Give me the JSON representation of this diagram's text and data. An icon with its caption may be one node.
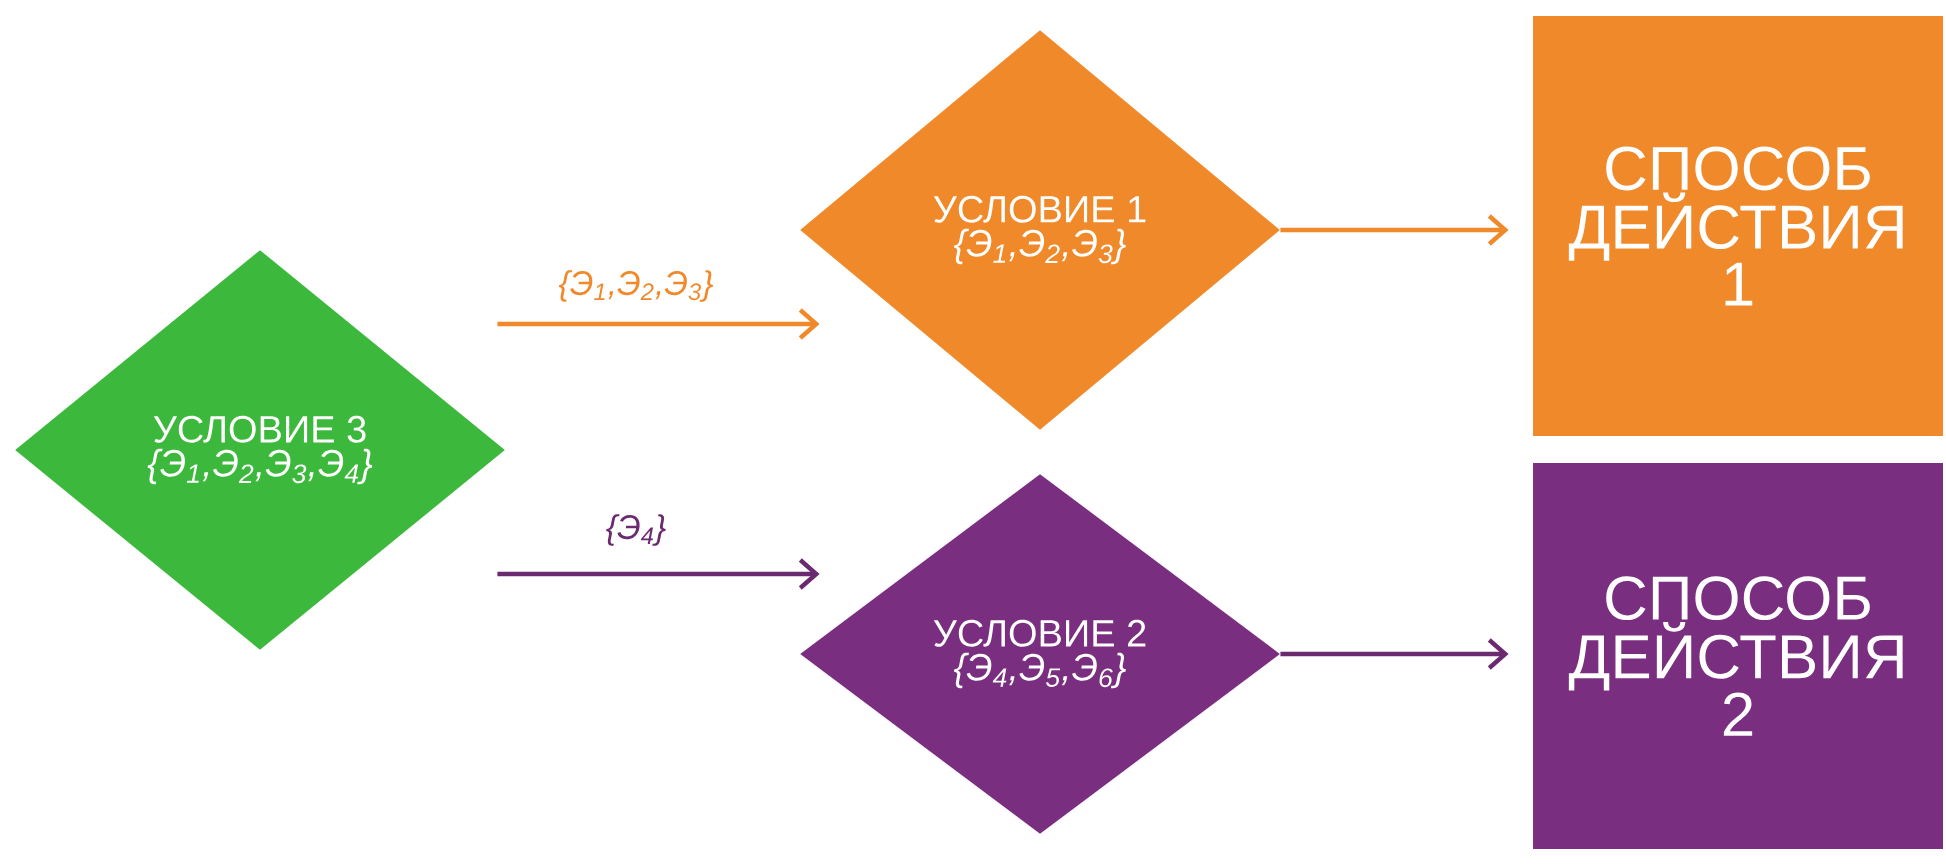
{
  "diagram": {
    "nodes": [
      {
        "text": [
          "УСЛОВИЕ 3",
          "{Э$_{1}$,Э$_{2}$,Э$_{3}$,Э$_{4}$}"
        ]
      },
      {
        "text": [
          "УСЛОВИЕ 1",
          "{Э$_{1}$,Э$_{2}$,Э$_{3}$}"
        ]
      },
      {
        "text": [
          "УСЛОВИЕ 2",
          "{Э$_{4}$,Э$_{5}$,Э$_{6}$}"
        ]
      },
      {
        "text": [
          "СПОСОБ ДЕЙСТВИЯ 1"
        ]
      },
      {
        "text": [
          "СПОСОБ ДЕЙСТВИЯ 2"
        ]
      }
    ],
    "edges": [
      {
        "from": 0,
        "to": 1,
        "arrow": "to",
        "label": "{Э$_{1}$,Э$_{2}$,Э$_{3}$}",
        "color": "#f0892a"
      },
      {
        "from": 0,
        "to": 2,
        "arrow": "to",
        "label": "{Э$_{4}$}",
        "color": "#6b2a70"
      },
      {
        "from": 1,
        "to": 3,
        "arrow": "to",
        "color": "#f0892a"
      },
      {
        "from": 2,
        "to": 4,
        "arrow": "to",
        "color": "#6b2a70"
      }
    ]
  }
}
